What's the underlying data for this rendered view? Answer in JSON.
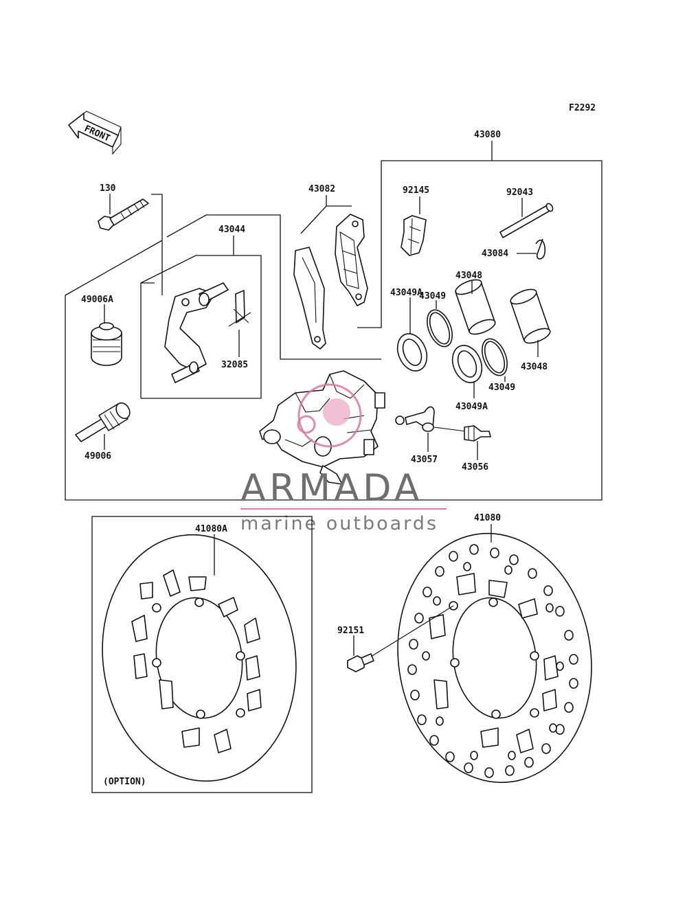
{
  "figure_code": "F2292",
  "direction_label": "FRONT",
  "option_label": "(OPTION)",
  "watermark": {
    "brand": "ARMADA",
    "tagline": "marine outboards",
    "accent_color": "#d9779f"
  },
  "parts": {
    "p43080": "43080",
    "p130": "130",
    "p43082": "43082",
    "p43044": "43044",
    "p92145": "92145",
    "p92043": "92043",
    "p43084": "43084",
    "p43048a": "43048",
    "p43048b": "43048",
    "p43049a": "43049",
    "p43049b": "43049",
    "p43049Aa": "43049A",
    "p43049Ab": "43049A",
    "p49006A": "49006A",
    "p32085": "32085",
    "p49006": "49006",
    "p43057": "43057",
    "p43056": "43056",
    "p41080A": "41080A",
    "p41080": "41080",
    "p92151": "92151"
  }
}
